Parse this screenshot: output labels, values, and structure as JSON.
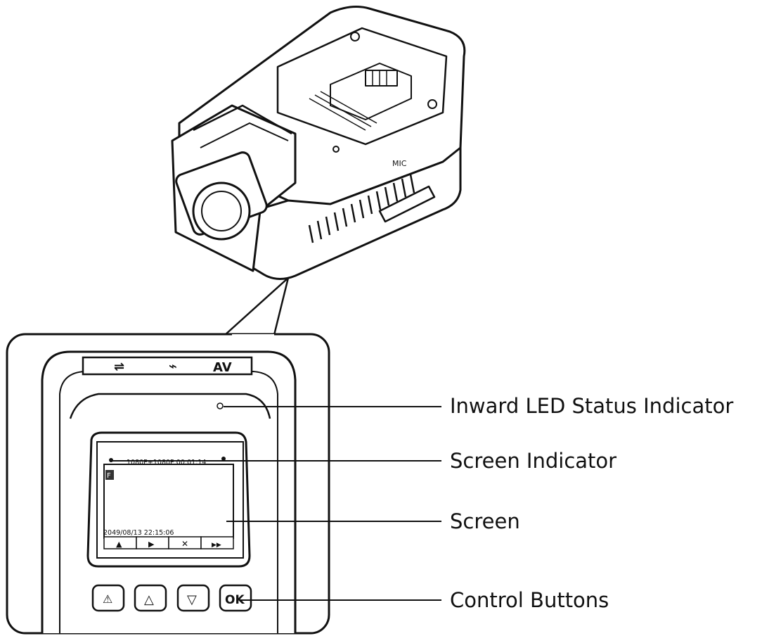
{
  "ports": {
    "usb": "⇌",
    "power": "⌁",
    "av": "AV"
  },
  "screen": {
    "status_line": "1080P+1080P 00:01:14",
    "timestamp": "2049/08/13 22:15:06",
    "mode_icon": "F",
    "softkeys": [
      "▲",
      "▶",
      "✕",
      "▶▶"
    ]
  },
  "buttons": {
    "warning": "⚠",
    "up": "△",
    "down": "▽",
    "ok": "OK"
  },
  "callouts": {
    "led": "Inward LED Status Indicator",
    "screen_indicator": "Screen Indicator",
    "screen": "Screen",
    "buttons": "Control Buttons"
  }
}
